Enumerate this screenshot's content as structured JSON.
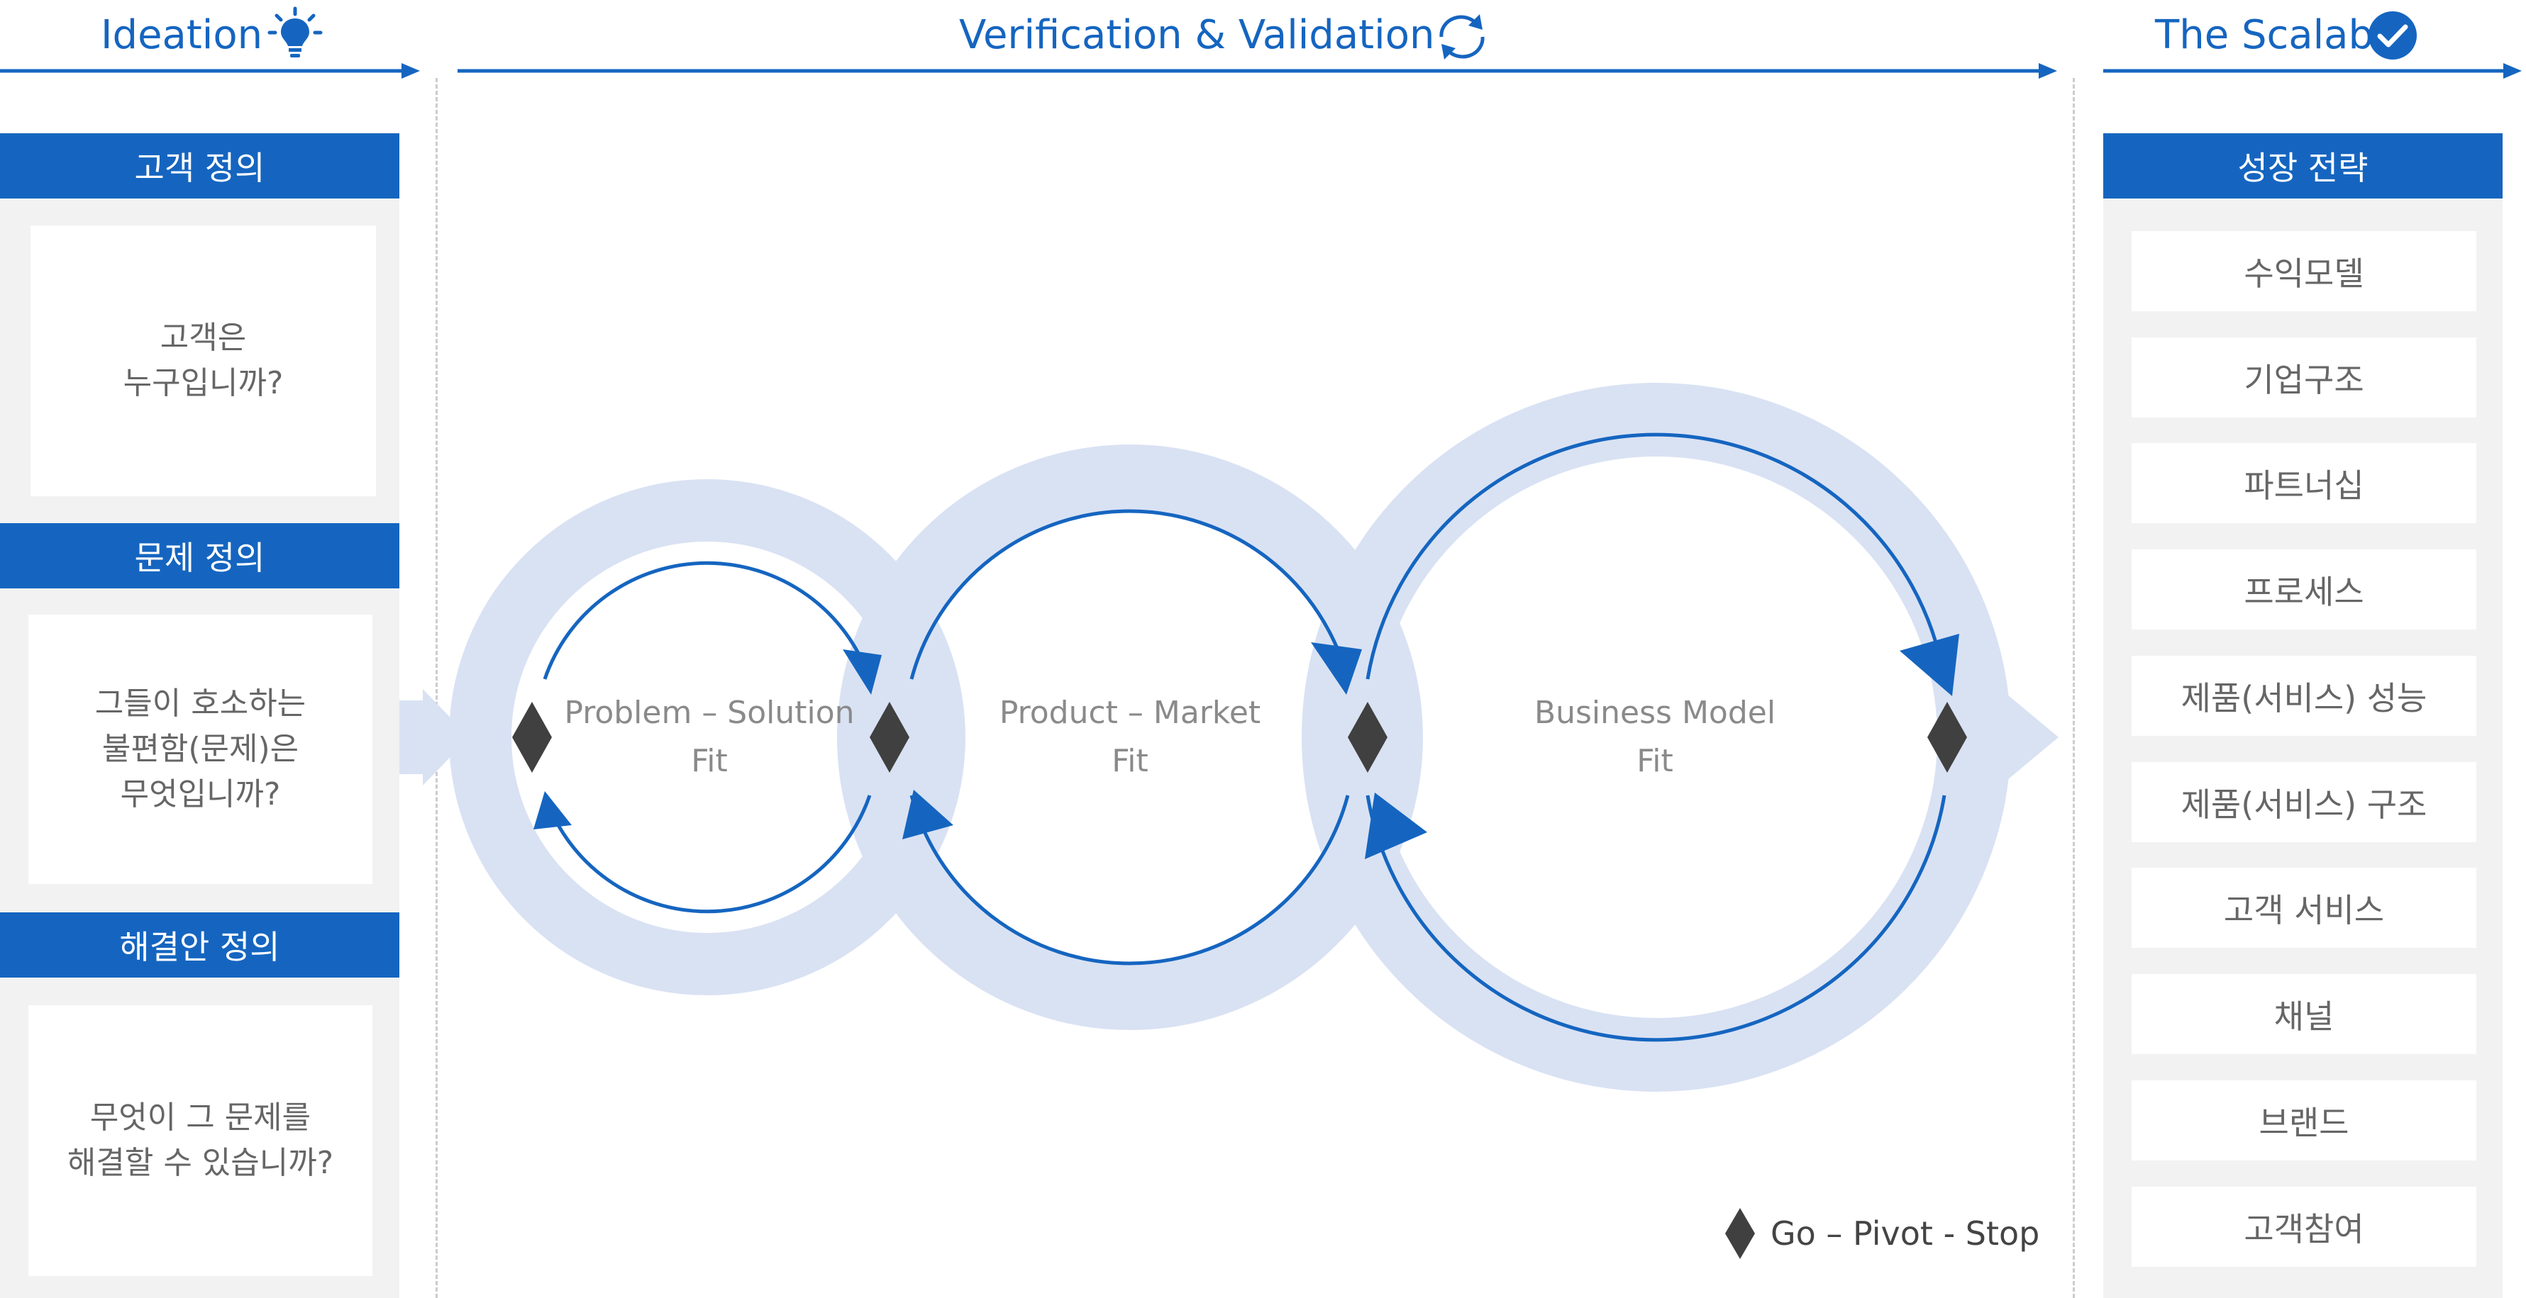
{
  "phases": {
    "ideation": {
      "title": "Ideation",
      "icon": "lightbulb-icon"
    },
    "verification": {
      "title": "Verification & Validation",
      "icon": "refresh-cycle-icon"
    },
    "scalable": {
      "title": "The Scalable",
      "icon": "check-circle-icon"
    }
  },
  "left_column": {
    "sections": [
      {
        "header": "고객 정의",
        "question": "고객은\n누구입니까?"
      },
      {
        "header": "문제 정의",
        "question": "그들이 호소하는\n불편함(문제)은\n무엇입니까?"
      },
      {
        "header": "해결안 정의",
        "question": "무엇이 그 문제를\n해결할 수 있습니까?"
      }
    ]
  },
  "loops": [
    {
      "label": "Problem – Solution\nFit"
    },
    {
      "label": "Product – Market\nFit"
    },
    {
      "label": "Business Model\nFit"
    }
  ],
  "legend": {
    "text": "Go – Pivot - Stop",
    "icon": "diamond-icon"
  },
  "right_column": {
    "header": "성장 전략",
    "items": [
      "수익모델",
      "기업구조",
      "파트너십",
      "프로세스",
      "제품(서비스) 성능",
      "제품(서비스) 구조",
      "고객 서비스",
      "채널",
      "브랜드",
      "고객참여"
    ]
  },
  "colors": {
    "accent": "#1565c0",
    "ring": "#d9e2f3",
    "panel": "#f2f2f2",
    "marker": "#404040"
  }
}
